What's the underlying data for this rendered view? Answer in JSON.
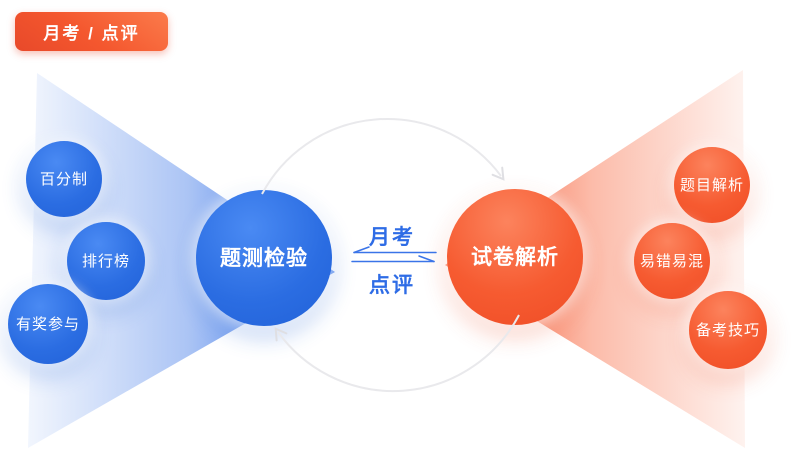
{
  "badge": {
    "label": "月考 / 点评"
  },
  "center": {
    "top_label": "月考",
    "bottom_label": "点评"
  },
  "left_funnel": {
    "main_label": "题测检验",
    "items": [
      "百分制",
      "排行榜",
      "有奖参与"
    ]
  },
  "right_funnel": {
    "main_label": "试卷解析",
    "items": [
      "题目解析",
      "易错易混",
      "备考技巧"
    ]
  },
  "colors": {
    "blue_primary": "#2b6de2",
    "orange_primary": "#f65b31",
    "badge_orange": "#f4572e",
    "center_text_blue": "#2e6ce6",
    "cycle_arc_gray": "#e9e9ec",
    "circle_text": "#ffffff",
    "background": "#ffffff"
  }
}
